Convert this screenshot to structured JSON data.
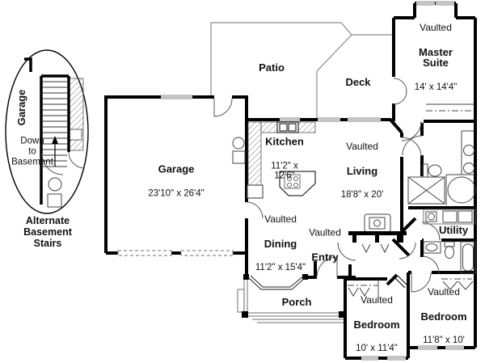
{
  "inset": {
    "garage_label": "Garage",
    "stairs_note": "Down\nto\nBasement",
    "caption": "Alternate\nBasement\nStairs"
  },
  "rooms": {
    "patio": {
      "name": "Patio"
    },
    "deck": {
      "name": "Deck"
    },
    "master_suite": {
      "prefix": "Vaulted",
      "name": "Master Suite",
      "dims": "14' x 14'4\""
    },
    "kitchen": {
      "name": "Kitchen",
      "dims": "11'2\" x\n12'6\""
    },
    "living": {
      "prefix": "Vaulted",
      "name": "Living",
      "dims": "18'8\" x 20'"
    },
    "garage": {
      "name": "Garage",
      "dims": "23'10\" x 26'4\""
    },
    "dining": {
      "prefix": "Vaulted",
      "name": "Dining",
      "dims": "11'2\" x 15'4\""
    },
    "entry": {
      "prefix": "Vaulted",
      "name": "Entry"
    },
    "porch": {
      "name": "Porch"
    },
    "utility": {
      "name": "Utility"
    },
    "bedroom_front": {
      "prefix": "Vaulted",
      "name": "Bedroom",
      "dims": "10' x 11'4\""
    },
    "bedroom_right": {
      "prefix": "Vaulted",
      "name": "Bedroom",
      "dims": "11'8\" x 10'"
    }
  },
  "colors": {
    "ink": "#000000",
    "thin_line": "#8a8a8a",
    "text": "#111111",
    "background": "#ffffff"
  }
}
